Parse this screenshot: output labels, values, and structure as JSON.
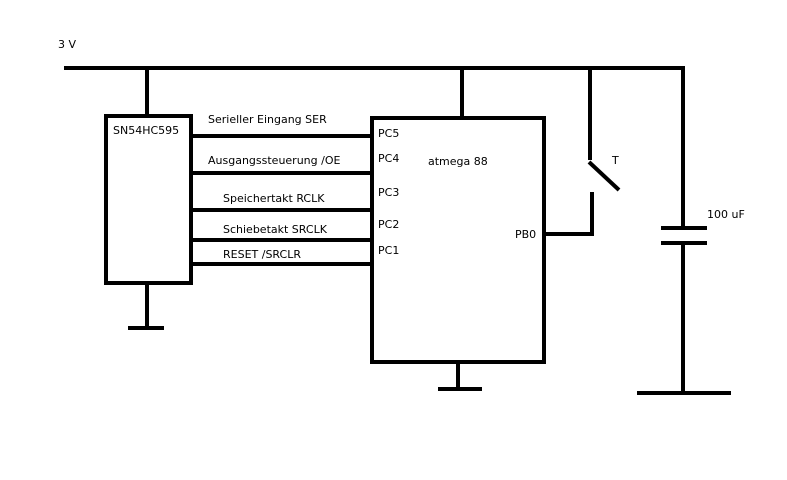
{
  "supply": {
    "label": "3 V"
  },
  "shift_register": {
    "name": "SN54HC595"
  },
  "microcontroller": {
    "name": "atmega 88",
    "pins": {
      "pc5": "PC5",
      "pc4": "PC4",
      "pc3": "PC3",
      "pc2": "PC2",
      "pc1": "PC1",
      "pb0": "PB0"
    }
  },
  "signals": {
    "ser": "Serieller Eingang  SER",
    "oe": "Ausgangssteuerung  /OE",
    "rclk": "Speichertakt   RCLK",
    "srclk": "Schiebetakt SRCLK",
    "srclr": "RESET    /SRCLR"
  },
  "switch": {
    "label": "T"
  },
  "capacitor": {
    "label": "100 uF"
  }
}
